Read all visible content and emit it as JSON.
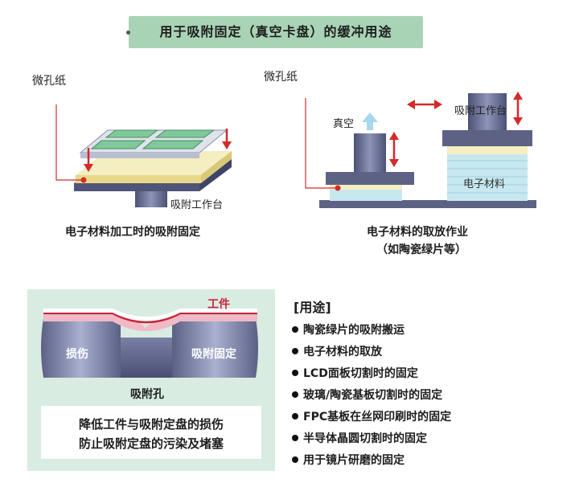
{
  "title": "用于吸附固定（真空卡盘）的缓冲用途",
  "left_diagram": {
    "micro_paper_label": "微孔纸",
    "worktable_label": "吸附工作台",
    "caption": "电子材料加工时的吸附固定"
  },
  "right_diagram": {
    "micro_paper_label": "微孔纸",
    "vacuum_label": "真空",
    "worktable_label": "吸附工作台",
    "material_label": "电子材料",
    "caption_line1": "电子材料的取放作业",
    "caption_line2": "（如陶瓷绿片等）"
  },
  "cross_section": {
    "workpiece_label": "工件",
    "damage_label": "损伤",
    "fixture_label": "吸附固定",
    "hole_label": "吸附孔",
    "note_line1": "降低工件与吸附定盘的损伤",
    "note_line2": "防止吸附定盘的污染及堵塞"
  },
  "uses": {
    "heading": "[用途]",
    "items": [
      "陶瓷绿片的吸附搬运",
      "电子材料的取放",
      "LCD面板切割时的固定",
      "玻璃/陶瓷基板切割时的固定",
      "FPC基板在丝网印刷时的固定",
      "半导体晶圆切割时的固定",
      "用于镜片研磨的固定"
    ]
  },
  "colors": {
    "title_bg": "#a9d3b5",
    "accent_red": "#d42a2a",
    "panel_green": "#d8ece1",
    "paper_yellow": "#f4eec0",
    "stage_blue": "#5d6285",
    "vacuum_arrow": "#a8d8ee"
  }
}
